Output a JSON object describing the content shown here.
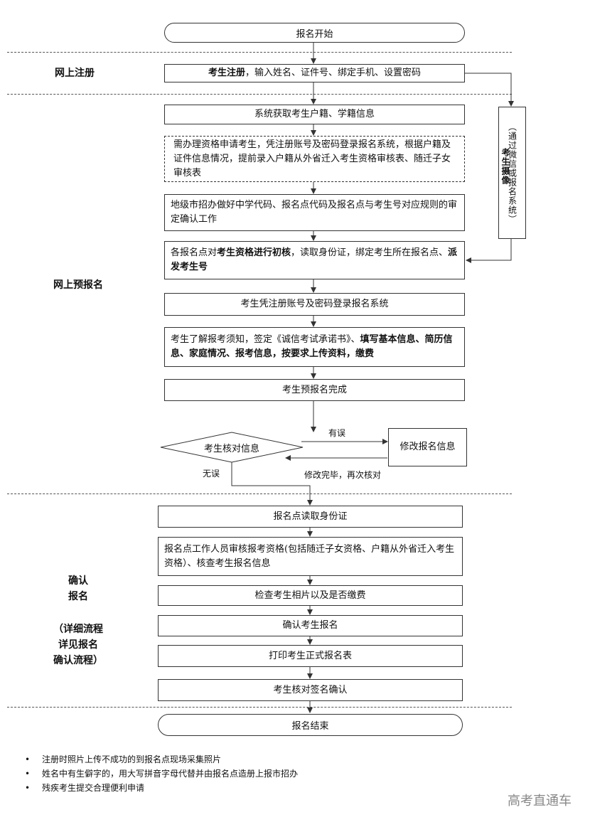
{
  "start": "报名开始",
  "end": "报名结束",
  "sections": {
    "register": "网上注册",
    "pre": "网上预报名",
    "confirm_1": "确认",
    "confirm_2": "报名",
    "confirm_note_1": "（详细流程",
    "confirm_note_2": "详见报名",
    "confirm_note_3": "确认流程）"
  },
  "steps": {
    "register_bold": "考生注册",
    "register_rest": "，输入姓名、证件号、绑定手机、设置密码",
    "fetch_info": "系统获取考生户籍、学籍信息",
    "qualification": "需办理资格申请考生，凭注册账号及密码登录报名系统，根据户籍及证件信息情况，提前录入户籍从外省迁入考生资格审核表、随迁子女审核表",
    "city_office": "地级市招办做好中学代码、报名点代码及报名点与考生号对应规则的审定确认工作",
    "site_check_a": "各报名点对",
    "site_check_b": "考生资格进行初核",
    "site_check_c": "，读取身份证，绑定考生所在报名点、",
    "site_check_d": "派发考生号",
    "login": "考生凭注册账号及密码登录报名系统",
    "fill_a": "考生了解报考须知，签定《诚信考试承诺书》、",
    "fill_b": "填写基本信息、简历信息、家庭情况、报考信息，按要求上传资料，缴费",
    "pre_done": "考生预报名完成",
    "verify": "考生核对信息",
    "modify": "修改报名信息",
    "read_id": "报名点读取身份证",
    "staff_review": "报名点工作人员审核报考资格(包括随迁子女资格、户籍从外省迁入考生资格）、核查考生报名信息",
    "photo_fee": "检查考生相片以及是否缴费",
    "confirm_reg": "确认考生报名",
    "print_form": "打印考生正式报名表",
    "sign": "考生核对签名确认"
  },
  "side": {
    "note_top": "（通过微信或报名系统）",
    "note_bold": "考生摄像"
  },
  "edges": {
    "has_error": "有误",
    "no_error": "无误",
    "modified": "修改完毕，再次核对"
  },
  "notes": [
    "注册时照片上传不成功的到报名点现场采集照片",
    "姓名中有生僻字的，用大写拼音字母代替并由报名点造册上报市招办",
    "残疾考生提交合理便利申请"
  ],
  "watermark": "高考直通车"
}
